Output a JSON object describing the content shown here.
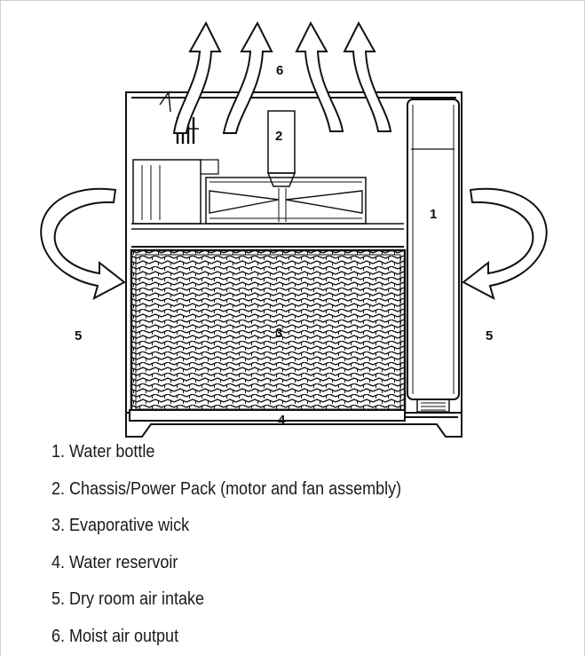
{
  "diagram": {
    "labels": {
      "water_bottle": "1",
      "chassis": "2",
      "wick": "3",
      "reservoir": "4",
      "intake_left": "5",
      "intake_right": "5",
      "output": "6"
    }
  },
  "legend": [
    "1. Water bottle",
    "2. Chassis/Power Pack (motor and fan assembly)",
    "3. Evaporative wick",
    "4. Water reservoir",
    "5. Dry room air intake",
    "6. Moist air output"
  ],
  "colors": {
    "line": "#111111",
    "background": "#ffffff"
  }
}
